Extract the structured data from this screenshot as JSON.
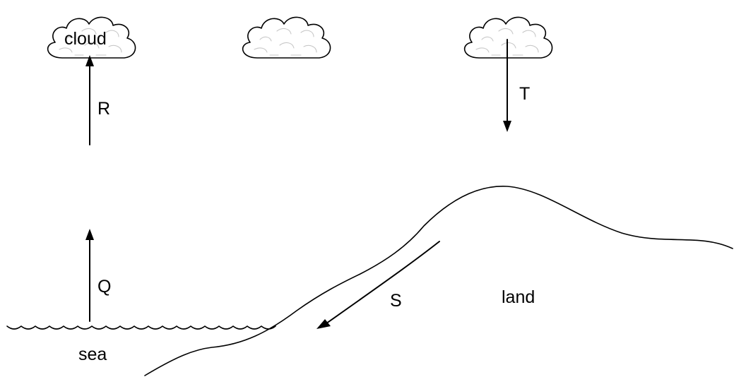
{
  "labels": {
    "cloud": "cloud",
    "sea": "sea",
    "land": "land",
    "arrow_r": "R",
    "arrow_q": "Q",
    "arrow_t": "T",
    "arrow_s": "S"
  }
}
